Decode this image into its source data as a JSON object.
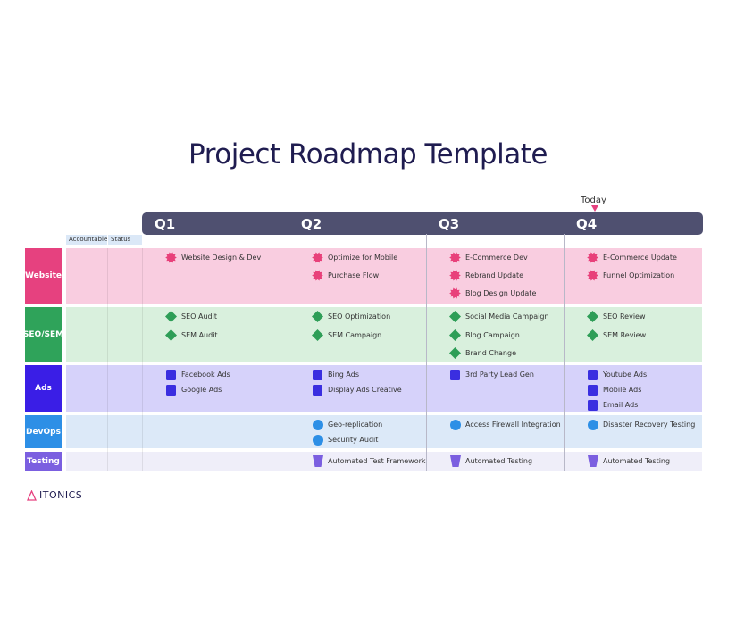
{
  "title": "Project Roadmap Template",
  "today_label": "Today",
  "quarters": [
    "Q1",
    "Q2",
    "Q3",
    "Q4"
  ],
  "subcolumns": [
    "Accountable",
    "Status"
  ],
  "logo": "ITONICS",
  "rows": [
    {
      "label": "Website",
      "color": "#e6417f",
      "bg": "#f9cde0",
      "icon": "star",
      "icon_color": "#e8407a",
      "items": [
        [
          "Website Design & Dev"
        ],
        [
          "Optimize for Mobile",
          "Purchase Flow"
        ],
        [
          "E-Commerce Dev",
          "Rebrand Update",
          "Blog Design Update"
        ],
        [
          "E-Commerce Update",
          "Funnel Optimization"
        ]
      ]
    },
    {
      "label": "SEO/SEM",
      "color": "#2fa35a",
      "bg": "#d9f0dd",
      "icon": "diamond",
      "icon_color": "#2e9e57",
      "items": [
        [
          "SEO Audit",
          "SEM Audit"
        ],
        [
          "SEO Optimization",
          "SEM Campaign"
        ],
        [
          "Social Media Campaign",
          "Blog Campaign",
          "Brand Change"
        ],
        [
          "SEO Review",
          "SEM Review"
        ]
      ]
    },
    {
      "label": "Ads",
      "color": "#3a1ee6",
      "bg": "#d6d2fa",
      "icon": "square",
      "icon_color": "#3a2ee0",
      "items": [
        [
          "Facebook Ads",
          "Google Ads"
        ],
        [
          "Bing Ads",
          "Display Ads Creative"
        ],
        [
          "3rd Party Lead Gen"
        ],
        [
          "Youtube Ads",
          "Mobile Ads",
          "Email Ads"
        ]
      ]
    },
    {
      "label": "DevOps",
      "color": "#2d8fe6",
      "bg": "#dce9f8",
      "icon": "circle",
      "icon_color": "#2d8fe6",
      "items": [
        [],
        [
          "Geo-replication",
          "Security Audit"
        ],
        [
          "Access Firewall Integration"
        ],
        [
          "Disaster Recovery Testing"
        ]
      ]
    },
    {
      "label": "Testing",
      "color": "#7b5fe0",
      "bg": "#efeef9",
      "icon": "trapezoid",
      "icon_color": "#7b5fe0",
      "items": [
        [],
        [
          "Automated Test Framework"
        ],
        [
          "Automated Testing"
        ],
        [
          "Automated Testing"
        ]
      ]
    }
  ]
}
